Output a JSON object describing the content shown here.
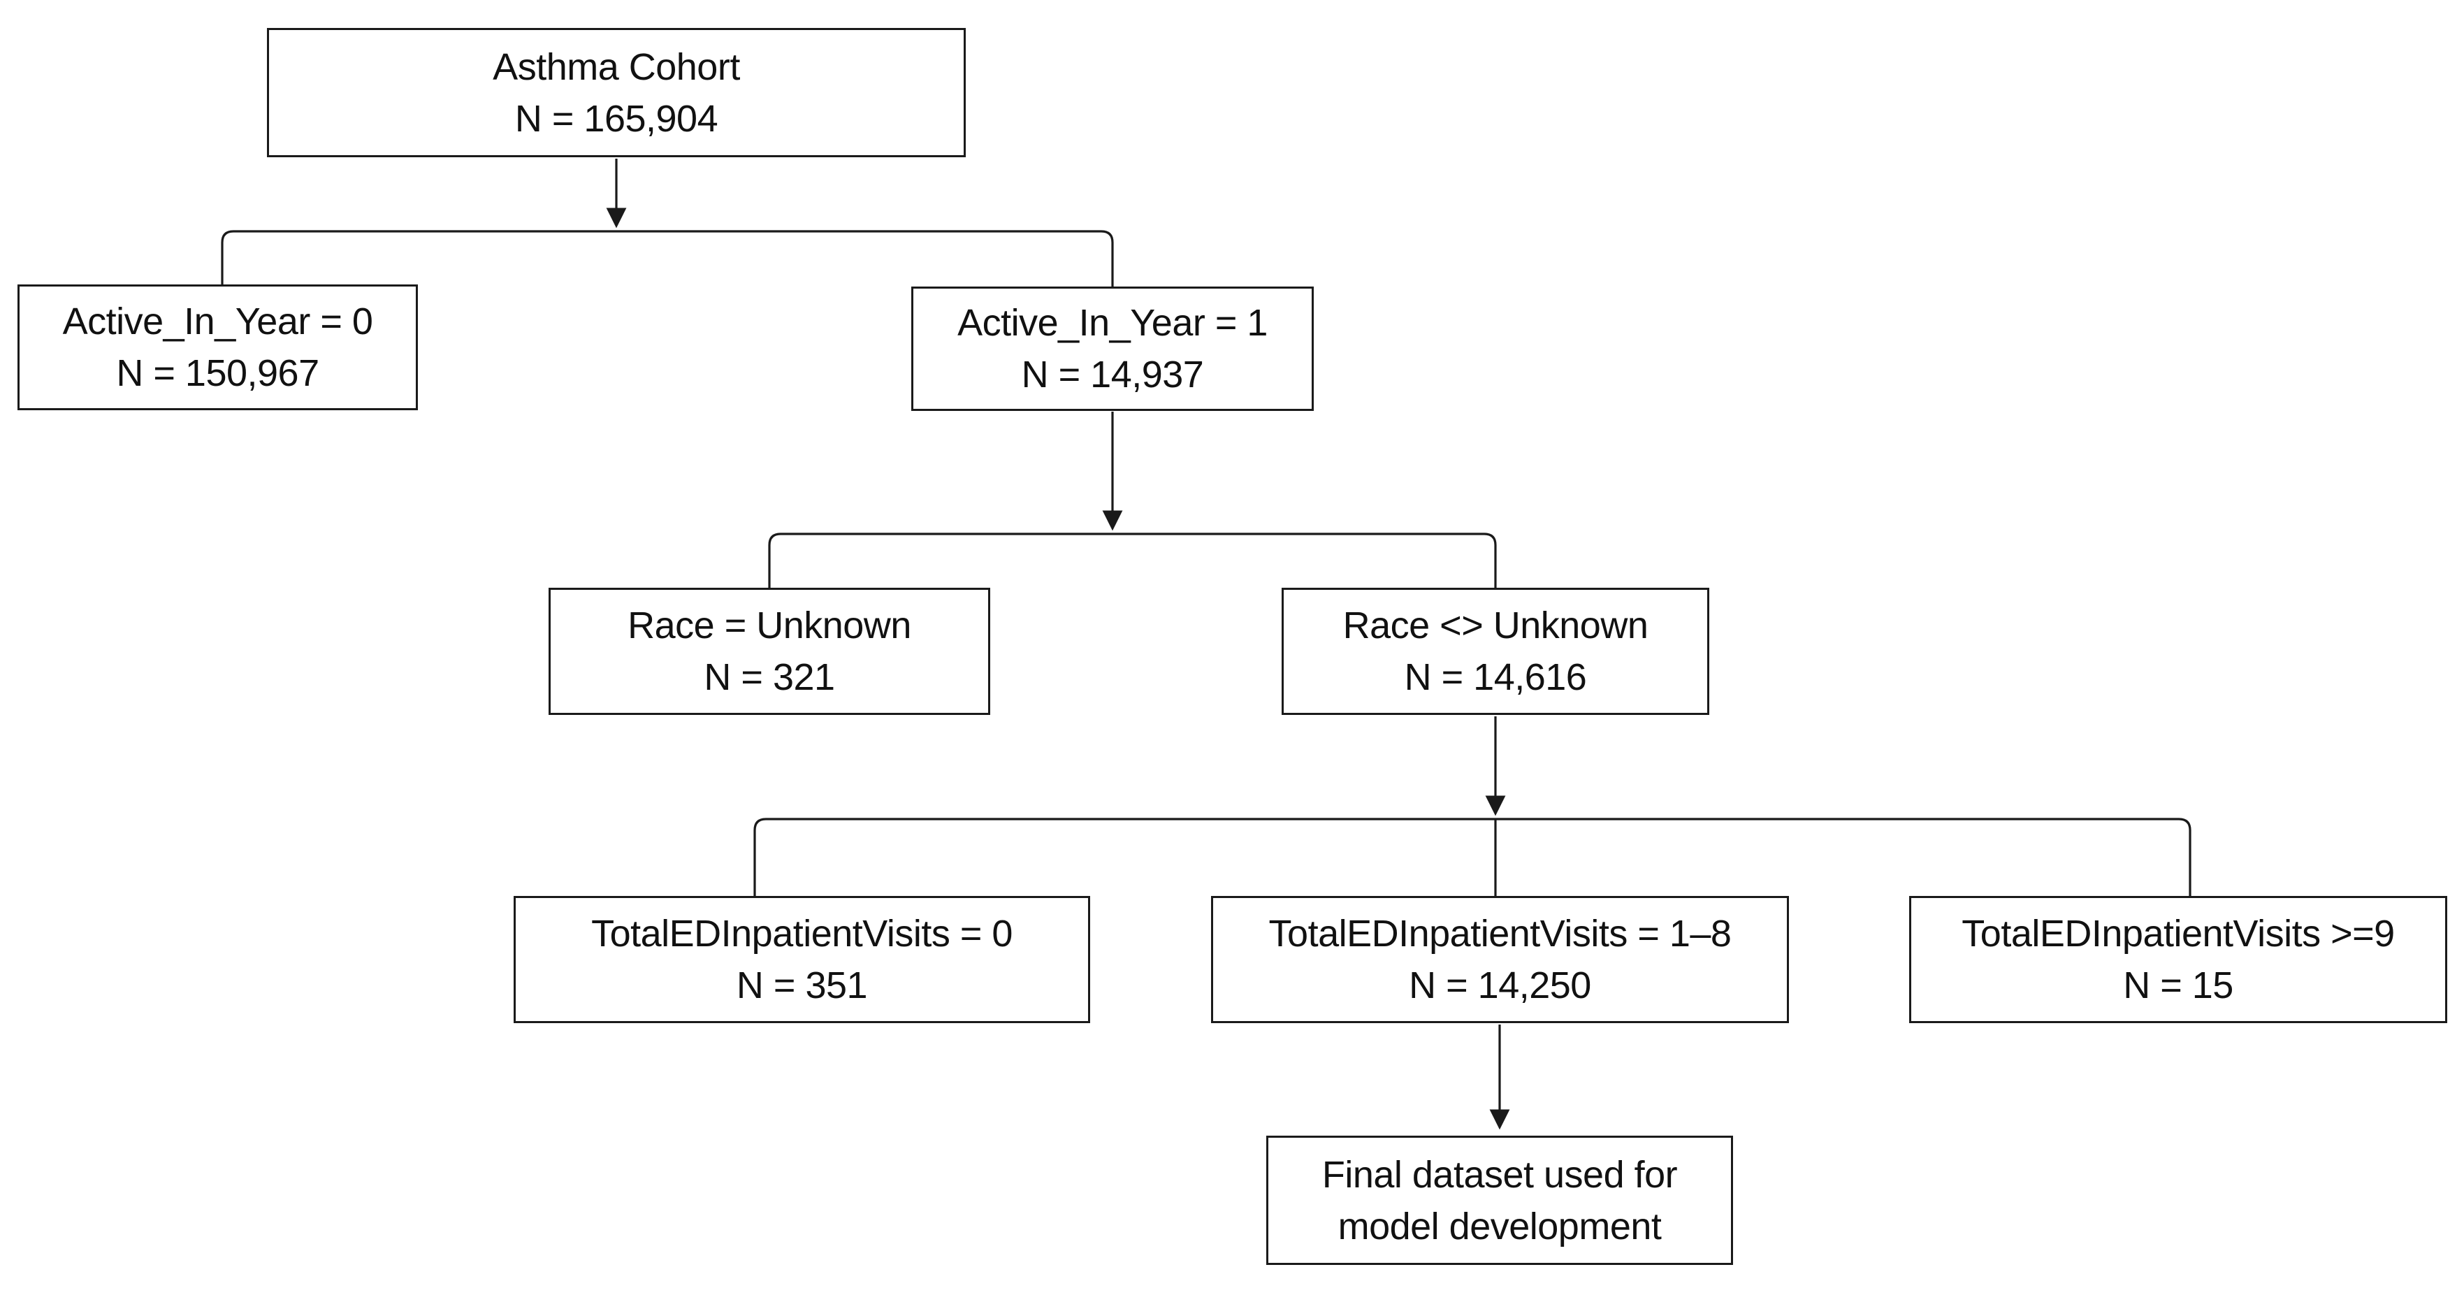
{
  "colors": {
    "line": "#1a1a1a",
    "background": "#ffffff",
    "box_border": "#1a1a1a",
    "text": "#111111"
  },
  "nodes": [
    {
      "id": "asthma-cohort",
      "line1": "Asthma Cohort",
      "line2": "N = 165,904"
    },
    {
      "id": "active-in-year-0",
      "line1": "Active_In_Year = 0",
      "line2": "N = 150,967"
    },
    {
      "id": "active-in-year-1",
      "line1": "Active_In_Year = 1",
      "line2": "N = 14,937"
    },
    {
      "id": "race-unknown",
      "line1": "Race = Unknown",
      "line2": "N = 321"
    },
    {
      "id": "race-not-unknown",
      "line1": "Race <> Unknown",
      "line2": "N = 14,616"
    },
    {
      "id": "total-ed-visits-0",
      "line1": "TotalEDInpatientVisits = 0",
      "line2": "N = 351"
    },
    {
      "id": "total-ed-visits-1-8",
      "line1": "TotalEDInpatientVisits = 1–8",
      "line2": "N = 14,250"
    },
    {
      "id": "total-ed-visits-ge9",
      "line1": "TotalEDInpatientVisits >=9",
      "line2": "N = 15"
    },
    {
      "id": "final-dataset",
      "line1": "Final dataset used for",
      "line2": "model development"
    }
  ],
  "edges": [
    {
      "from": "asthma-cohort",
      "to": [
        "active-in-year-0",
        "active-in-year-1"
      ]
    },
    {
      "from": "active-in-year-1",
      "to": [
        "race-unknown",
        "race-not-unknown"
      ]
    },
    {
      "from": "race-not-unknown",
      "to": [
        "total-ed-visits-0",
        "total-ed-visits-1-8",
        "total-ed-visits-ge9"
      ]
    },
    {
      "from": "total-ed-visits-1-8",
      "to": [
        "final-dataset"
      ]
    }
  ]
}
